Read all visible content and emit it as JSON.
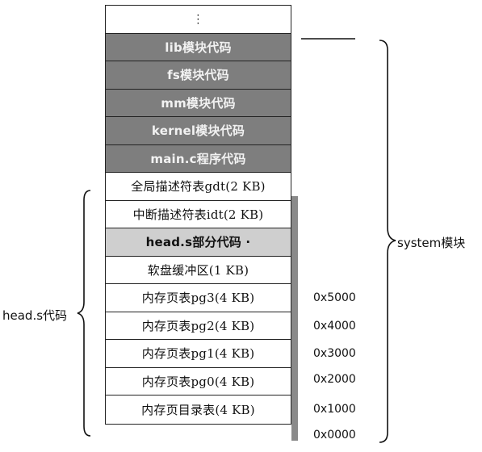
{
  "memory_blocks": [
    {
      "label": "⋮",
      "style": "white"
    },
    {
      "label": "lib模块代码",
      "style": "dark"
    },
    {
      "label": "fs模块代码",
      "style": "dark"
    },
    {
      "label": "mm模块代码",
      "style": "dark"
    },
    {
      "label": "kernel模块代码",
      "style": "dark"
    },
    {
      "label": "main.c程序代码",
      "style": "dark"
    },
    {
      "label": "全局描述符表gdt(2 KB)",
      "style": "white"
    },
    {
      "label": "中断描述符表idt(2 KB)",
      "style": "white"
    },
    {
      "label": "head.s部分代码 ·",
      "style": "light"
    },
    {
      "label": "软盘缓冲区(1 KB)",
      "style": "white"
    },
    {
      "label": "内存页表pg3(4 KB)",
      "style": "white"
    },
    {
      "label": "内存页表pg2(4 KB)",
      "style": "white"
    },
    {
      "label": "内存页表pg1(4 KB)",
      "style": "white"
    },
    {
      "label": "内存页表pg0(4 KB)",
      "style": "white"
    },
    {
      "label": "内存页目录表(4 KB)",
      "style": "white"
    }
  ],
  "addresses": [
    "0x5000",
    "0x4000",
    "0x3000",
    "0x2000",
    "0x1000",
    "0x0000"
  ],
  "labels": {
    "system": "system模块",
    "head": "head.s代码"
  }
}
